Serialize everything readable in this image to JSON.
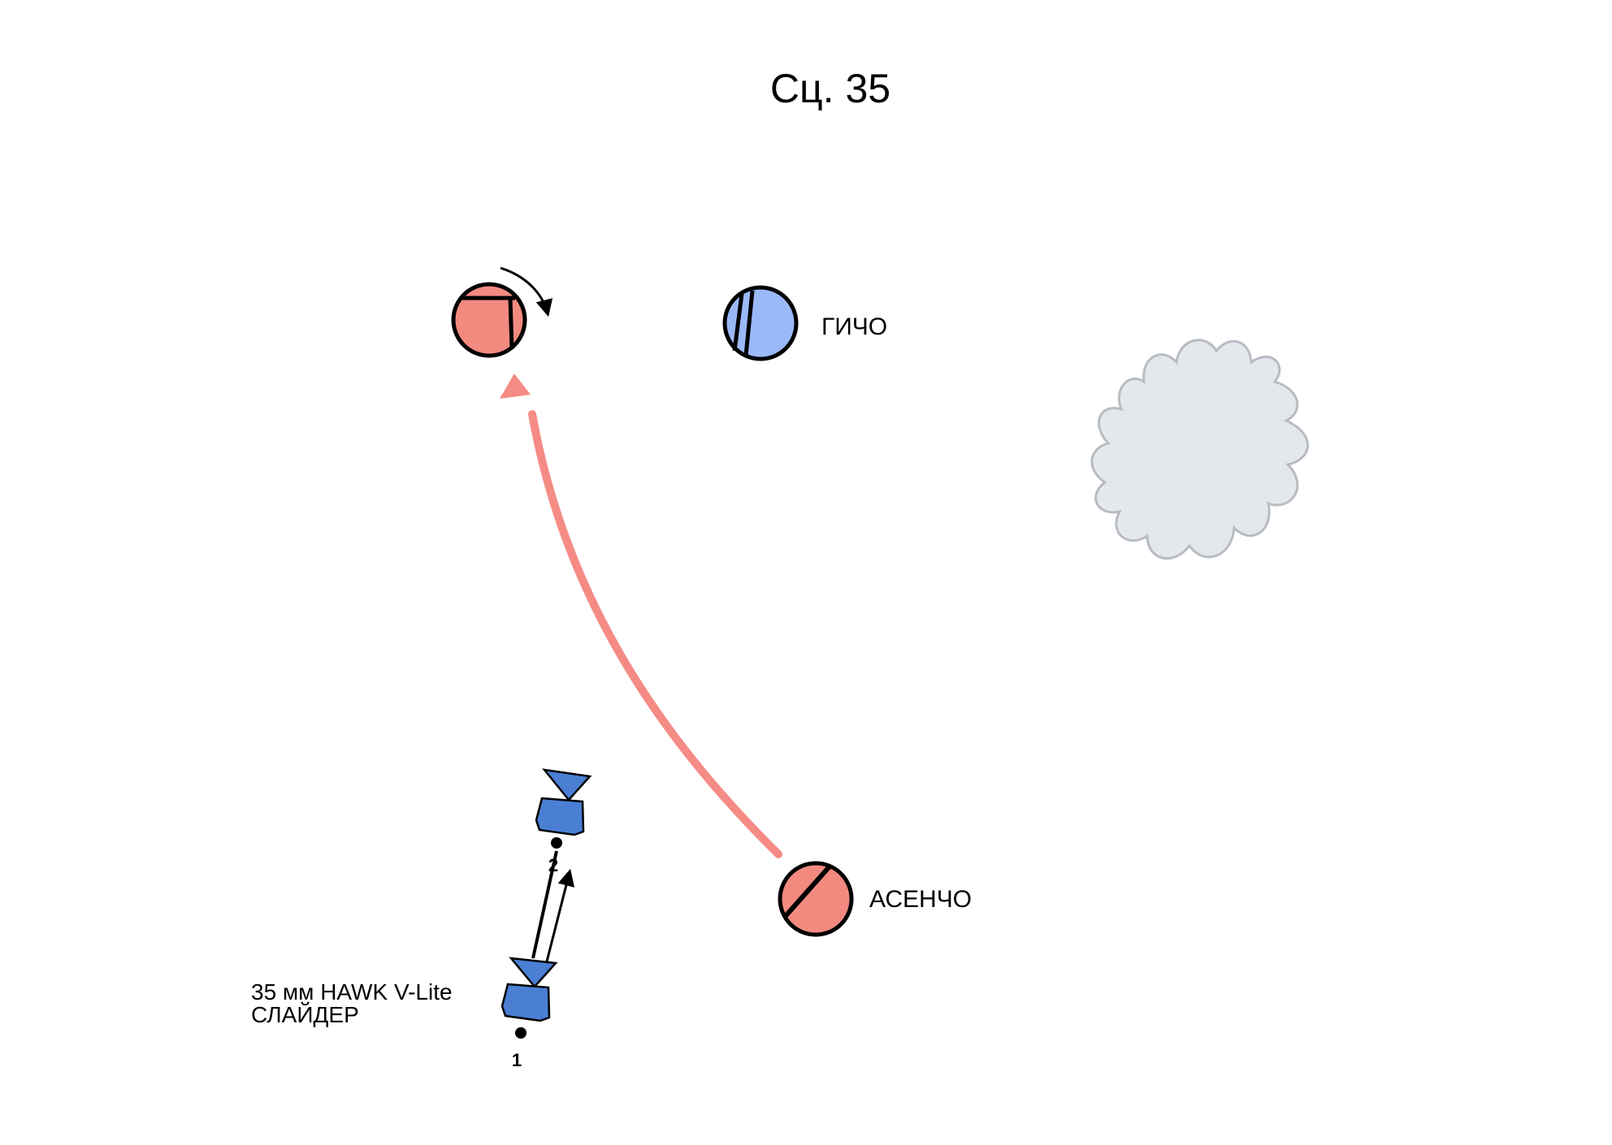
{
  "scene": {
    "title": "Сц. 35"
  },
  "characters": [
    {
      "id": "moved_char",
      "label": "",
      "fill": "#f28a80",
      "rotates": true
    },
    {
      "id": "gicho",
      "label": "ГИЧО",
      "fill": "#9ab9f7",
      "rotates": false
    },
    {
      "id": "asencho",
      "label": "АСЕНЧО",
      "fill": "#f28a80",
      "rotates": false
    }
  ],
  "movement": {
    "from": "АСЕНЧО",
    "to": "moved_char",
    "color": "#f58b85"
  },
  "camera": {
    "lens_label": "35 мм HAWK V-Lite",
    "rig_label": "СЛАЙДЕР",
    "positions": [
      "1",
      "2"
    ],
    "color": "#4a7fd4"
  },
  "cloud": {
    "fill": "#e4e8ec",
    "stroke": "#b8bcc2"
  }
}
